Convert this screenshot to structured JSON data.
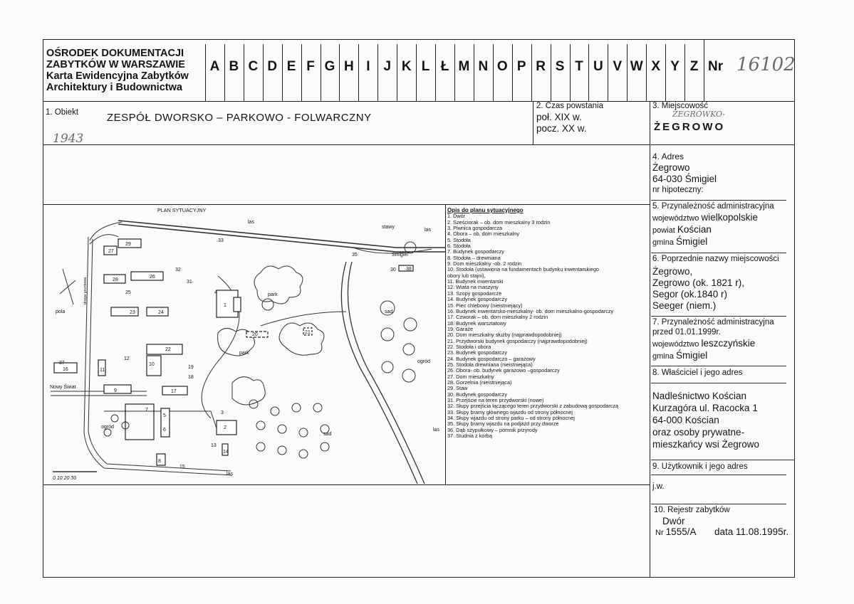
{
  "header": {
    "org_lines": [
      "OŚRODEK DOKUMENTACJI",
      "ZABYTKÓW W WARSZAWIE",
      "Karta Ewidencyjna Zabytków",
      "Architektury i Budownictwa"
    ],
    "letters": [
      "A",
      "B",
      "C",
      "D",
      "E",
      "F",
      "G",
      "H",
      "I",
      "J",
      "K",
      "L",
      "Ł",
      "M",
      "N",
      "O",
      "P",
      "R",
      "S",
      "T",
      "U",
      "V",
      "W",
      "X",
      "Y",
      "Z"
    ],
    "nr_label": "Nr",
    "nr_value": "16102"
  },
  "object": {
    "label": "1.   Obiekt",
    "name": "ZESPÓŁ   DWORSKO – PARKOWO - FOLWARCZNY",
    "handwritten": "1943"
  },
  "time": {
    "label": "2. Czas powstania",
    "line1": "poł.  XIX w.",
    "line2": "pocz. XX w."
  },
  "place": {
    "label": "3. Miejscowość",
    "handwritten": "ŻEGRÓWKO-",
    "name": "ŻEGROWO"
  },
  "address": {
    "label": "4. Adres",
    "line1": "Żegrowo",
    "line2": "64-030 Śmigiel",
    "mortgage": "nr hipoteczny:"
  },
  "admin": {
    "label": "5. Przynależność administracyjna",
    "voiv_label": "województwo",
    "voiv": "wielkopolskie",
    "powiat_label": "powiat",
    "powiat": "Kościan",
    "gmina_label": "gmina",
    "gmina": "Śmigiel"
  },
  "former_names": {
    "label": "6. Poprzednie nazwy miejscowości",
    "lines": [
      "Żegrowo,",
      "Zegrowo (ok. 1821 r),",
      "Segor (ok.1840 r)",
      "Seeger (niem.)"
    ]
  },
  "admin_old": {
    "label": "7. Przynależność administracyjna",
    "date_line": "przed 01.01.1999r.",
    "voiv_label": "województwo",
    "voiv": "leszczyńskie",
    "gmina_label": "gmina",
    "gmina": "Śmigiel"
  },
  "owner": {
    "label": "8. Właściciel i jego adres",
    "lines": [
      "Nadleśnictwo Kościan",
      "Kurzagóra ul. Racocka 1",
      "64-000 Kościan",
      "oraz osoby prywatne-",
      "mieszkańcy wsi Żegrowo"
    ]
  },
  "user": {
    "label": "9. Użytkownik i jego adres",
    "value": "j.w."
  },
  "register": {
    "label": "10. Rejestr zabytków",
    "kind": "Dwór",
    "nr_label": "Nr",
    "nr": "1555/A",
    "date": "data 11.08.1995r."
  },
  "map": {
    "title": "PLAN SYTUACYJNY",
    "labels": {
      "las_top": "las",
      "stawy": "stawy",
      "las_right": "las",
      "smigiel": "Śmigiel",
      "park1": "park",
      "park2": "park",
      "sad1": "sad",
      "sad2": "sad",
      "ogrod1": "ogród",
      "ogrod2": "ogród",
      "pola": "pola",
      "las_bottom": "las",
      "las_far": "las",
      "nowy_swiat": "Nowy Świat",
      "droga": "droga gruntowa",
      "scale": "0  10  20  30"
    },
    "numbers": [
      "27",
      "29",
      "33",
      "35",
      "26",
      "28",
      "25",
      "32",
      "23",
      "24",
      "1",
      "4",
      "30",
      "31",
      "38",
      "22",
      "12",
      "11",
      "10",
      "19",
      "18",
      "17",
      "9",
      "16",
      "37",
      "20",
      "21",
      "3",
      "2",
      "5",
      "6",
      "7",
      "8",
      "13",
      "14",
      "15"
    ]
  },
  "legend": {
    "title": "Opis do planu sytuacyjnego",
    "items": [
      "1. Dwór",
      "2. Sześciorak – ob. dom mieszkalny 3 rodzin",
      "3. Piwnica gospodarcza",
      "4. Obora – ob. dom mieszkalny",
      "5. Stodoła",
      "6. Stodoła",
      "7. Budynek gospodarczy",
      "8. Stodoła – drewniana",
      "9. Dom mieszkalny -ob. 2 rodzin",
      "10. Stodoła (ustawiona na fundamentach budynku inwentarskiego",
      "      obory lub stajni),",
      "11. Budynek inwentarski",
      "12. Wiata na maszyny",
      "13. Szopy gospodarcze",
      "14. Budynek gospodarczy",
      "15. Piec chlebowy (nieistniejący)",
      "16. Budynek inwentarsko-mieszkalny- ob. dom mieszkalno-gospodarczy",
      "17. Czworak – ob. dom mieszkalny  2 rodzin",
      "18. Budynek warsztatowy",
      "19. Garaże",
      "20. Dom mieszkalny służby  (najprawdopodobniej)",
      "21. Przydworski  budynek gospodarczy (najprawdopodobniej)",
      "22. Stodoła i obora",
      "23. Budynek gospodarczy",
      "24. Budynek gospodarczo – garażowy",
      "25. Stodoła drewniana (nieistniejąca)",
      "26. Obora- ob. budynek garażowo –gospodarczy",
      "27. Dom mieszkalny",
      "28. Gorzelnia (nieistniejąca)",
      "29. Staw",
      "30. Budynek gospodarczy",
      "31. Przejście na teren przydworski (nowe)",
      "32. Słupy przejścia łączącego teren przydworski  z zabudową gospodarczą",
      "33. Słupy bramy głównego wjazdu od strony północnej",
      "34. Słupy wjazdu od strony parku – od strony północnej",
      "35. Słupy bramy wjazdu na podjazd przy dworze",
      "36. Dąb szypułkowy – pomnik przyrody",
      "37. Studnia  z korbą"
    ]
  }
}
